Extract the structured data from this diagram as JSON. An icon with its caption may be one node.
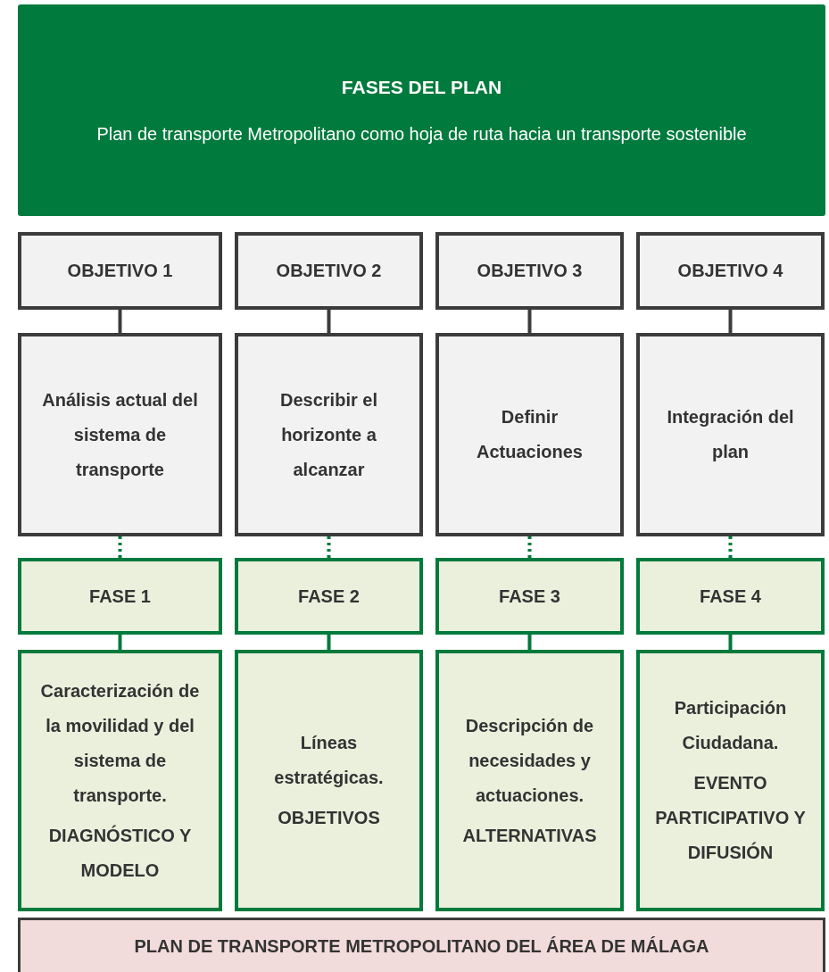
{
  "diagram": {
    "nodes": [
      {
        "text": [
          "FASES DEL PLAN",
          "Plan de transporte Metropolitano como hoja de ruta hacia un transporte sostenible"
        ]
      },
      {
        "text": [
          "OBJETIVO 1"
        ]
      },
      {
        "text": [
          "OBJETIVO 2"
        ]
      },
      {
        "text": [
          "OBJETIVO 3"
        ]
      },
      {
        "text": [
          "OBJETIVO 4"
        ]
      },
      {
        "text": [
          "Análisis actual del sistema de transporte"
        ]
      },
      {
        "text": [
          "Describir el horizonte a alcanzar"
        ]
      },
      {
        "text": [
          "Definir Actuaciones"
        ]
      },
      {
        "text": [
          "Integración del plan"
        ]
      },
      {
        "text": [
          "FASE 1"
        ]
      },
      {
        "text": [
          "FASE 2"
        ]
      },
      {
        "text": [
          "FASE 3"
        ]
      },
      {
        "text": [
          "FASE 4"
        ]
      },
      {
        "text": [
          "Caracterización de la movilidad y del sistema de transporte.",
          "DIAGNÓSTICO Y MODELO"
        ]
      },
      {
        "text": [
          "Líneas estratégicas.",
          "OBJETIVOS"
        ]
      },
      {
        "text": [
          "Descripción de necesidades y actuaciones.",
          "ALTERNATIVAS"
        ]
      },
      {
        "text": [
          "Participación Ciudadana.",
          "EVENTO PARTICIPATIVO Y DIFUSIÓN"
        ]
      },
      {
        "text": [
          "PLAN DE TRANSPORTE METROPOLITANO DEL ÁREA DE MÁLAGA"
        ]
      }
    ],
    "edges": [
      {
        "from": 1,
        "to": 5,
        "arrow": "none",
        "color": "#3c3c3c"
      },
      {
        "from": 2,
        "to": 6,
        "arrow": "none",
        "color": "#3c3c3c"
      },
      {
        "from": 3,
        "to": 7,
        "arrow": "none",
        "color": "#3c3c3c"
      },
      {
        "from": 4,
        "to": 8,
        "arrow": "none",
        "color": "#3c3c3c"
      },
      {
        "from": 5,
        "to": 9,
        "arrow": "none",
        "style": "dashed"
      },
      {
        "from": 6,
        "to": 10,
        "arrow": "none",
        "style": "dashed"
      },
      {
        "from": 7,
        "to": 11,
        "arrow": "none",
        "style": "dashed"
      },
      {
        "from": 8,
        "to": 12,
        "arrow": "none",
        "style": "dashed"
      },
      {
        "from": 9,
        "to": 13,
        "arrow": "none"
      },
      {
        "from": 10,
        "to": 14,
        "arrow": "none"
      },
      {
        "from": 11,
        "to": 15,
        "arrow": "none"
      },
      {
        "from": 12,
        "to": 16,
        "arrow": "none"
      }
    ]
  }
}
